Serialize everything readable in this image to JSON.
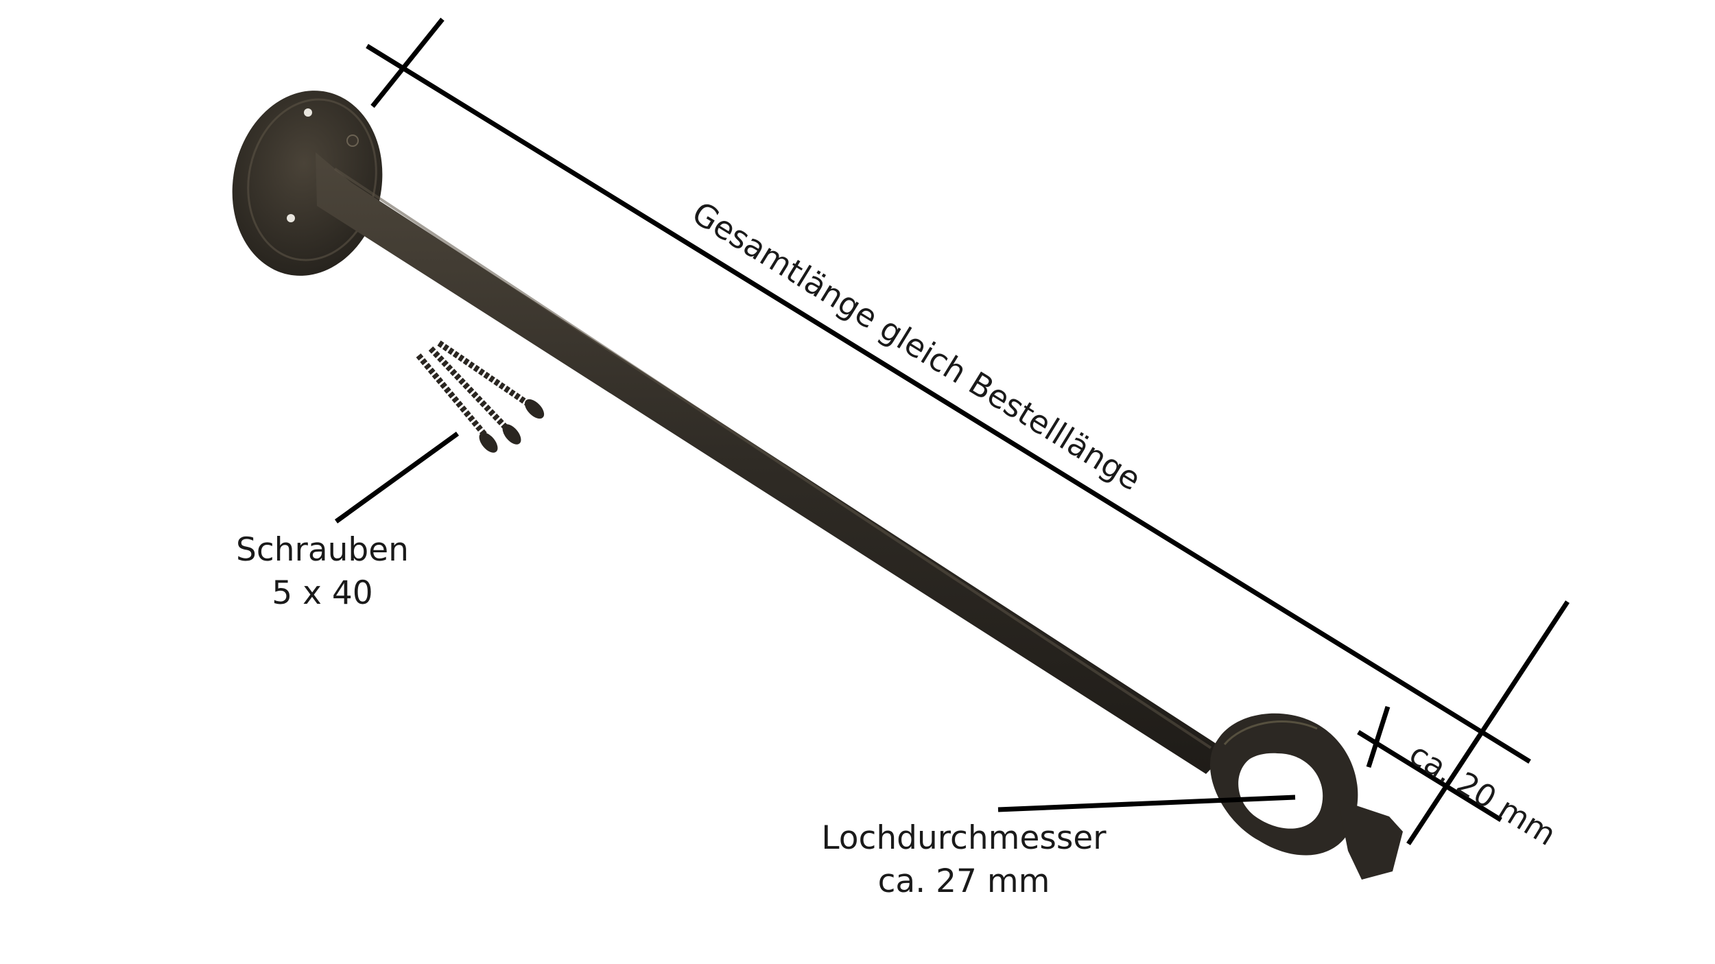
{
  "labels": {
    "length": "Gesamtlänge gleich Bestelllänge",
    "screws_line1": "Schrauben",
    "screws_line2": "5 x 40",
    "hole_line1": "Lochdurchmesser",
    "hole_line2": "ca. 27 mm",
    "offset": "ca. 20 mm"
  },
  "colors": {
    "background": "#ffffff",
    "lines": "#000000",
    "metal": "#2f2b25",
    "metal_highlight": "#4d463b",
    "text": "#1a1a1a"
  }
}
